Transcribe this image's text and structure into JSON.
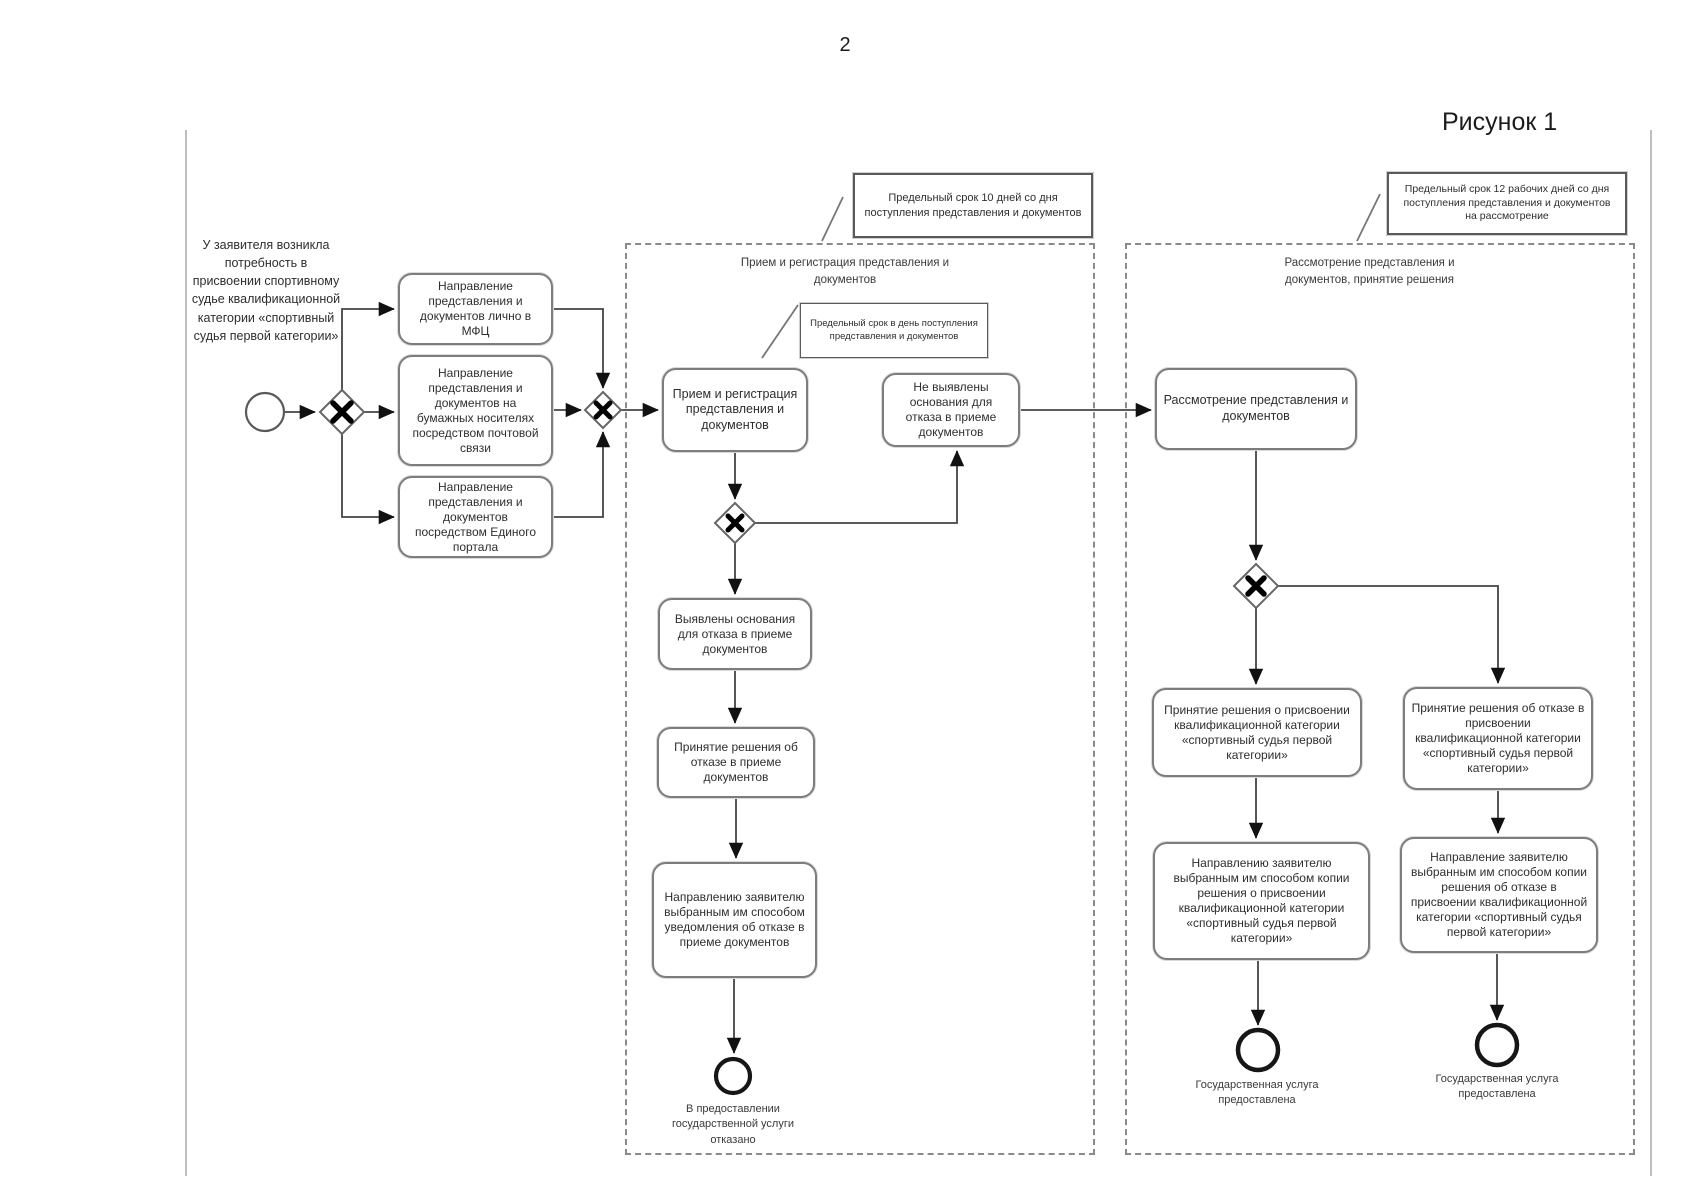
{
  "page": {
    "number": "2",
    "caption": "Рисунок 1"
  },
  "colors": {
    "flow_line": "#444444",
    "shape_border": "#7d7d7d",
    "gateway_marker": "#000000",
    "lane_border": "#8a8a8a"
  },
  "start": {
    "note": "У заявителя возникла потребность в присвоении спортивному судье квалификационной категории «спортивный судья первой категории»"
  },
  "annotations": {
    "deadline_10_days": "Предельный срок 10 дней со дня поступления представления и документов",
    "deadline_same_day": "Предельный срок в день поступления представления и документов",
    "deadline_12_days": "Предельный срок 12 рабочих дней со дня поступления представления и документов на рассмотрение"
  },
  "lanes": {
    "reception": {
      "title": "Прием и регистрация представления и документов"
    },
    "review": {
      "title": "Рассмотрение представления и документов, принятие решения"
    }
  },
  "tasks": {
    "submit_mfc": "Направление представления и документов лично в МФЦ",
    "submit_mail": "Направление представления и документов на бумажных носителях посредством почтовой связи",
    "submit_portal": "Направление представления и документов посредством Единого портала",
    "receive_register": "Прием и регистрация представления и документов",
    "no_refusal_grounds": "Не выявлены основания для отказа в приеме документов",
    "refusal_grounds": "Выявлены основания для отказа в приеме документов",
    "refusal_decision": "Принятие решения об отказе в приеме документов",
    "notify_refusal": "Направлению заявителю выбранным им способом уведомления об отказе в приеме документов",
    "review_documents": "Рассмотрение представления и документов",
    "assign_category": "Принятие решения о присвоении квалификационной категории «спортивный судья первой категории»",
    "deny_category": "Принятие решения об отказе в присвоении квалификационной категории «спортивный судья первой категории»",
    "send_assign_copy": "Направлению заявителю выбранным им способом копии решения о присвоении квалификационной категории «спортивный судья первой категории»",
    "send_deny_copy": "Направление заявителю выбранным им способом копии решения об отказе в присвоении квалификационной категории «спортивный судья первой категории»"
  },
  "events": {
    "end_refused": "В предоставлении государственной услуги отказано",
    "end_provided_left": "Государственная услуга предоставлена",
    "end_provided_right": "Государственная услуга предоставлена"
  }
}
